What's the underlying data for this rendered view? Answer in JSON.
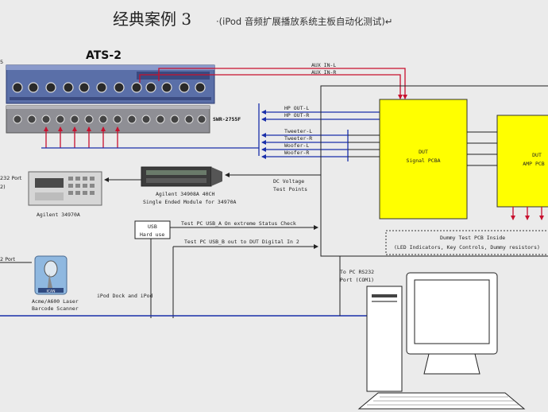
{
  "title": {
    "main": "经典案例 3",
    "sub": "·(iPod 音频扩展播放系统主板自动化测试)↵"
  },
  "devices": {
    "ats_label": "ATS-2",
    "switcher_label": "SWR-2755F",
    "dmm_caption": "Agilent 34970A",
    "mux_caption_1": "Agilent 34908A 40CH",
    "mux_caption_2": "Single Ended Module for 34970A",
    "usb_hub_line1": "USB",
    "usb_hub_line2": "Hard use",
    "scanner_line1": "Acme/A600 Laser",
    "scanner_line2": "Barcode Scanner",
    "scanner_logo": "ICAN",
    "ipod_dock": "iPod Dock and iPod",
    "dut1_line1": "DUT",
    "dut1_line2": "Signal PCBA",
    "dut2_line1": "DUT",
    "dut2_line2": "AMP PCB",
    "fixture_line1": "Dummy Test PCB Inside",
    "fixture_line2": "(LED Indicators, Key Controls, Dummy resistors)"
  },
  "signals": {
    "aux_l": "AUX IN-L",
    "aux_r": "AUX IN-R",
    "hp_l": "HP OUT-L",
    "hp_r": "HP OUT-R",
    "tweeter_l": "Tweeter-L",
    "tweeter_r": "Tweeter-R",
    "woofer_l": "Woofer-L",
    "woofer_r": "Woofer-R",
    "dc_voltage_1": "DC Voltage",
    "dc_voltage_2": "Test Points",
    "usb_a": "Test PC USB_A On extreme Status Check",
    "usb_b": "Test PC USB_B out to DUT Digital In 2",
    "pc_rs232_1": "To PC RS232",
    "pc_rs232_2": "Port (COM1)",
    "left_port_a": "232 Port",
    "left_port_b": "2)",
    "left_port_c": "2 Port",
    "left_top": "5"
  },
  "colors": {
    "red": "#c8102e",
    "blue": "#1a2faa",
    "dut_yellow": "#ffff00",
    "ats_body": "#5a6fa8",
    "switcher_body": "#8f8f95"
  }
}
